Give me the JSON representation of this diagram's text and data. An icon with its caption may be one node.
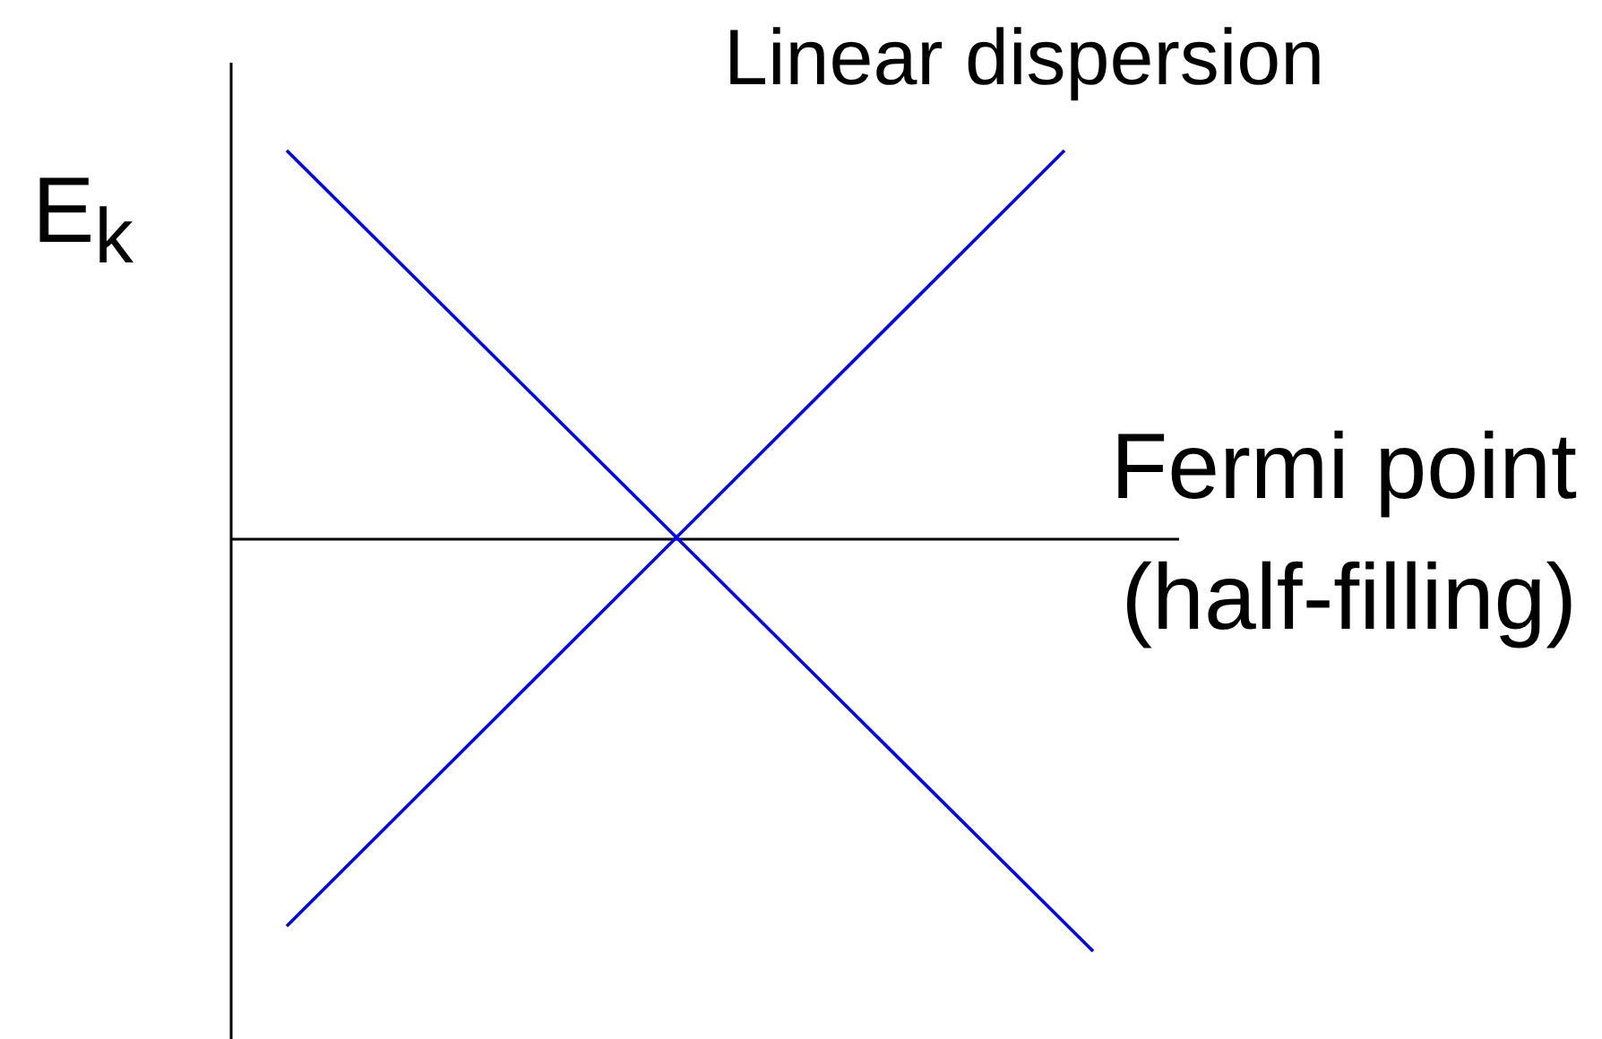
{
  "diagram": {
    "labels": [
      "Linear dispersion",
      "E$_{k}$",
      "Fermi point (half-filling)"
    ]
  }
}
